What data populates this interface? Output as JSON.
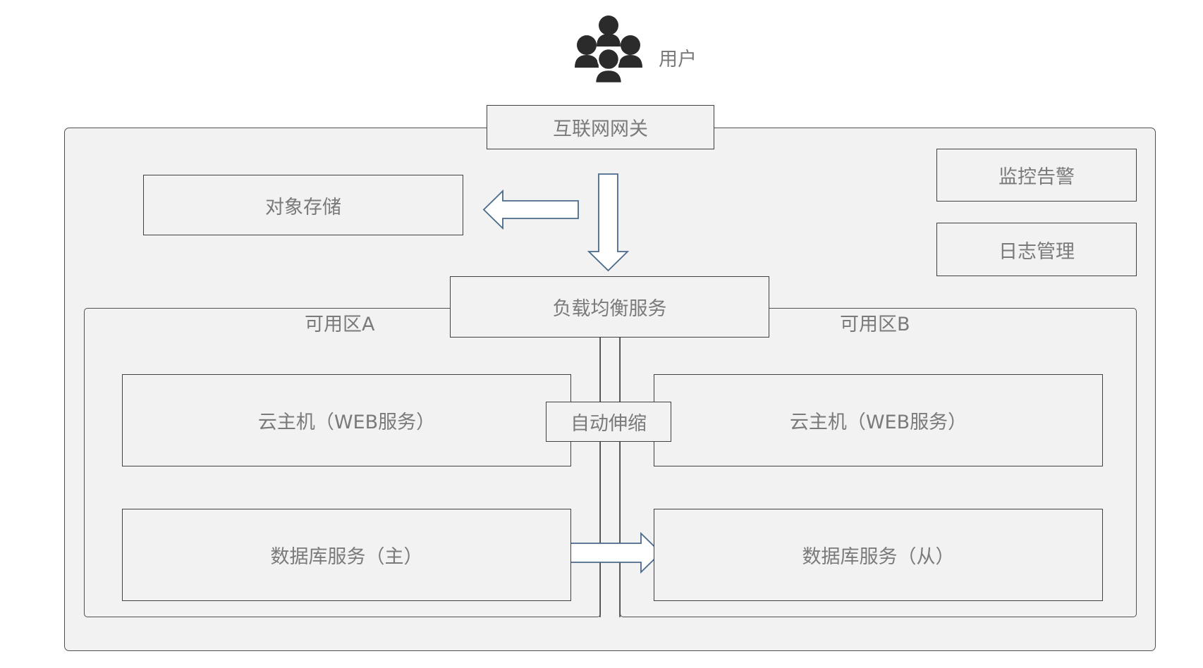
{
  "user": {
    "label": "用户",
    "icon": "users-group-icon"
  },
  "internet_gateway": {
    "label": "互联网网关"
  },
  "object_storage": {
    "label": "对象存储"
  },
  "monitoring": {
    "label": "监控告警"
  },
  "log_management": {
    "label": "日志管理"
  },
  "load_balancer": {
    "label": "负载均衡服务"
  },
  "zone_a": {
    "label": "可用区A",
    "web_server": {
      "label": "云主机（WEB服务）"
    },
    "database": {
      "label": "数据库服务（主）"
    }
  },
  "zone_b": {
    "label": "可用区B",
    "web_server": {
      "label": "云主机（WEB服务）"
    },
    "database": {
      "label": "数据库服务（从）"
    }
  },
  "auto_scaling": {
    "label": "自动伸缩"
  },
  "colors": {
    "panel_fill": "#f2f2f2",
    "border": "#404040",
    "arrow_stroke": "#4a6a8c",
    "text": "#7a7a7a",
    "icon": "#2b2b2b"
  }
}
